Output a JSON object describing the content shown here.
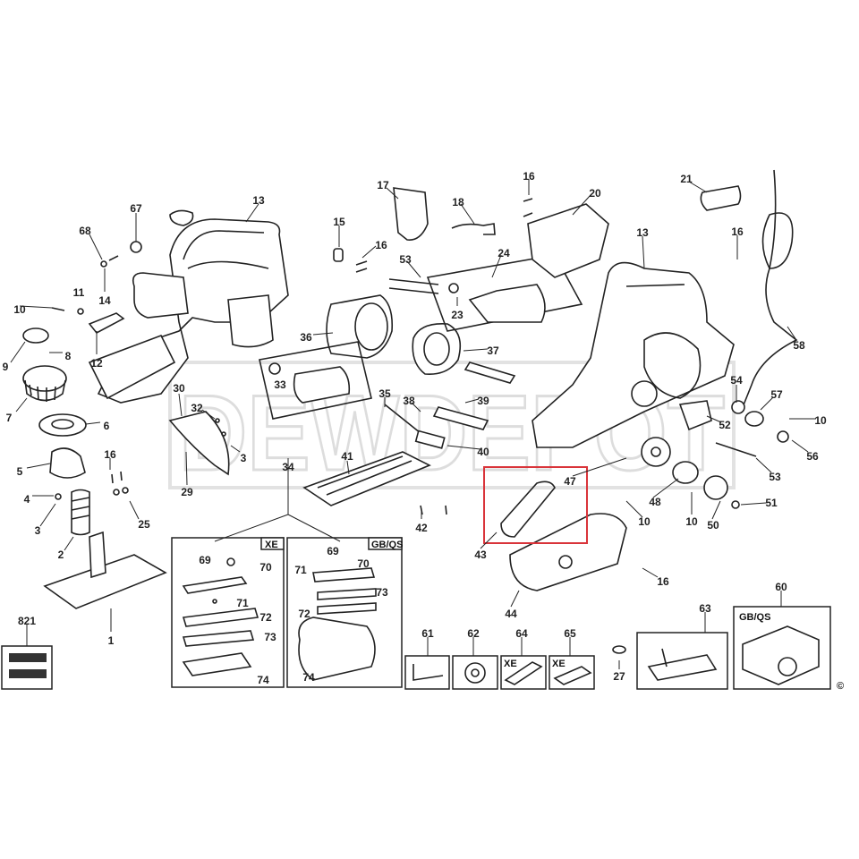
{
  "watermark": "DEWDEPOT",
  "highlight_color": "#d9343a",
  "callouts": [
    "13",
    "67",
    "68",
    "14",
    "11",
    "10",
    "12",
    "9",
    "8",
    "7",
    "6",
    "5",
    "16",
    "4",
    "3",
    "2",
    "25",
    "1",
    "30",
    "32",
    "3",
    "29",
    "33",
    "34",
    "36",
    "15",
    "16",
    "17",
    "18",
    "16",
    "20",
    "53",
    "24",
    "23",
    "37",
    "35",
    "38",
    "39",
    "40",
    "41",
    "42",
    "43",
    "44",
    "13",
    "21",
    "16",
    "58",
    "54",
    "57",
    "10",
    "52",
    "56",
    "53",
    "47",
    "48",
    "10",
    "10",
    "50",
    "51",
    "16",
    "821",
    "61",
    "62",
    "64",
    "65",
    "27",
    "63",
    "60"
  ],
  "kit_xe": {
    "tag": "XE",
    "items": [
      "69",
      "70",
      "71",
      "72",
      "73",
      "74"
    ]
  },
  "kit_gbqs": {
    "tag": "GB/QS",
    "items": [
      "69",
      "70",
      "71",
      "73",
      "72",
      "74"
    ]
  },
  "box_60_tag": "GB/QS",
  "mini_tags": [
    "XE",
    "XE"
  ],
  "copyright": "©"
}
